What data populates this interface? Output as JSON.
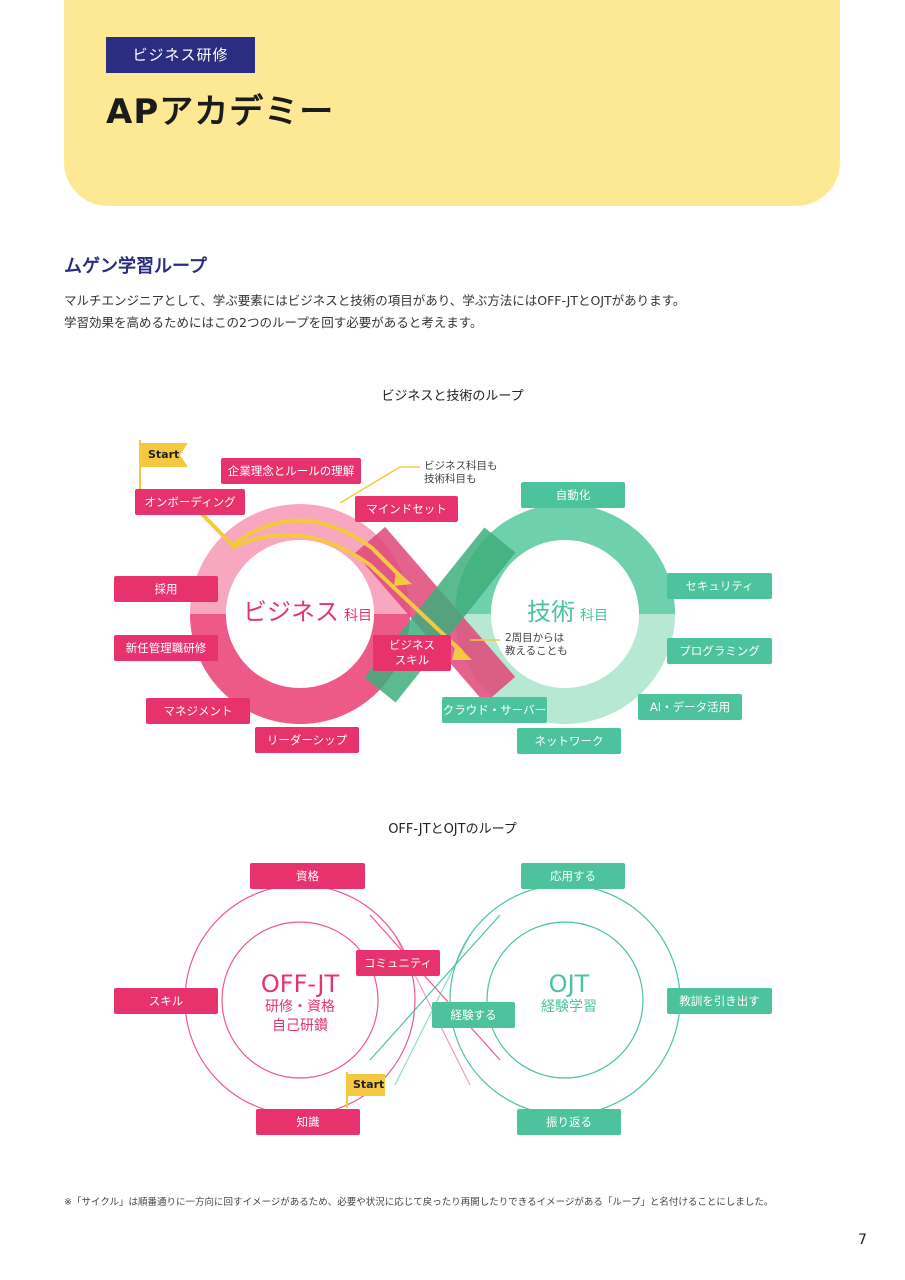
{
  "header": {
    "category": "ビジネス研修",
    "title": "APアカデミー",
    "colors": {
      "header_bg": "#fde993",
      "badge_bg": "#2b2e80"
    }
  },
  "section": {
    "heading": "ムゲン学習ループ",
    "intro_lines": [
      "マルチエンジニアとして、学ぶ要素にはビジネスと技術の項目があり、学ぶ方法にはOFF-JTとOJTがあります。",
      "学習効果を高めるためにはこの2つのループを回す必要があると考えます。"
    ]
  },
  "diagram1": {
    "title": "ビジネスと技術のループ",
    "start_label": "Start",
    "left_label_main": "ビジネス",
    "left_label_sub": "科目",
    "right_label_main": "技術",
    "right_label_sub": "科目",
    "note_top": [
      "ビジネス科目も",
      "技術科目も"
    ],
    "note_mid": [
      "2周目からは",
      "教えることも"
    ],
    "pink_tags": [
      "企業理念とルールの理解",
      "オンボーディング",
      "マインドセット",
      "採用",
      "新任管理職研修",
      "マネジメント",
      "リーダーシップ"
    ],
    "center_tag": [
      "ビジネス",
      "スキル"
    ],
    "green_tags": [
      "自動化",
      "セキュリティ",
      "プログラミング",
      "AI・データ活用",
      "クラウド・サーバー",
      "ネットワーク"
    ],
    "colors": {
      "pink": "#e8326e",
      "green": "#4cc39c",
      "arrow": "#f5c842"
    }
  },
  "diagram2": {
    "title": "OFF-JTとOJTのループ",
    "start_label": "Start",
    "left_label_main": "OFF-JT",
    "left_label_sub": [
      "研修・資格",
      "自己研鑽"
    ],
    "right_label_main": "OJT",
    "right_label_sub": "経験学習",
    "pink_tags": [
      "資格",
      "スキル",
      "コミュニティ",
      "知識"
    ],
    "green_tags": [
      "応用する",
      "経験する",
      "教訓を引き出す",
      "振り返る"
    ]
  },
  "footnote": "※「サイクル」は順番通りに一方向に回すイメージがあるため、必要や状況に応じて戻ったり再開したりできるイメージがある「ループ」と名付けることにしました。",
  "page_number": "7"
}
